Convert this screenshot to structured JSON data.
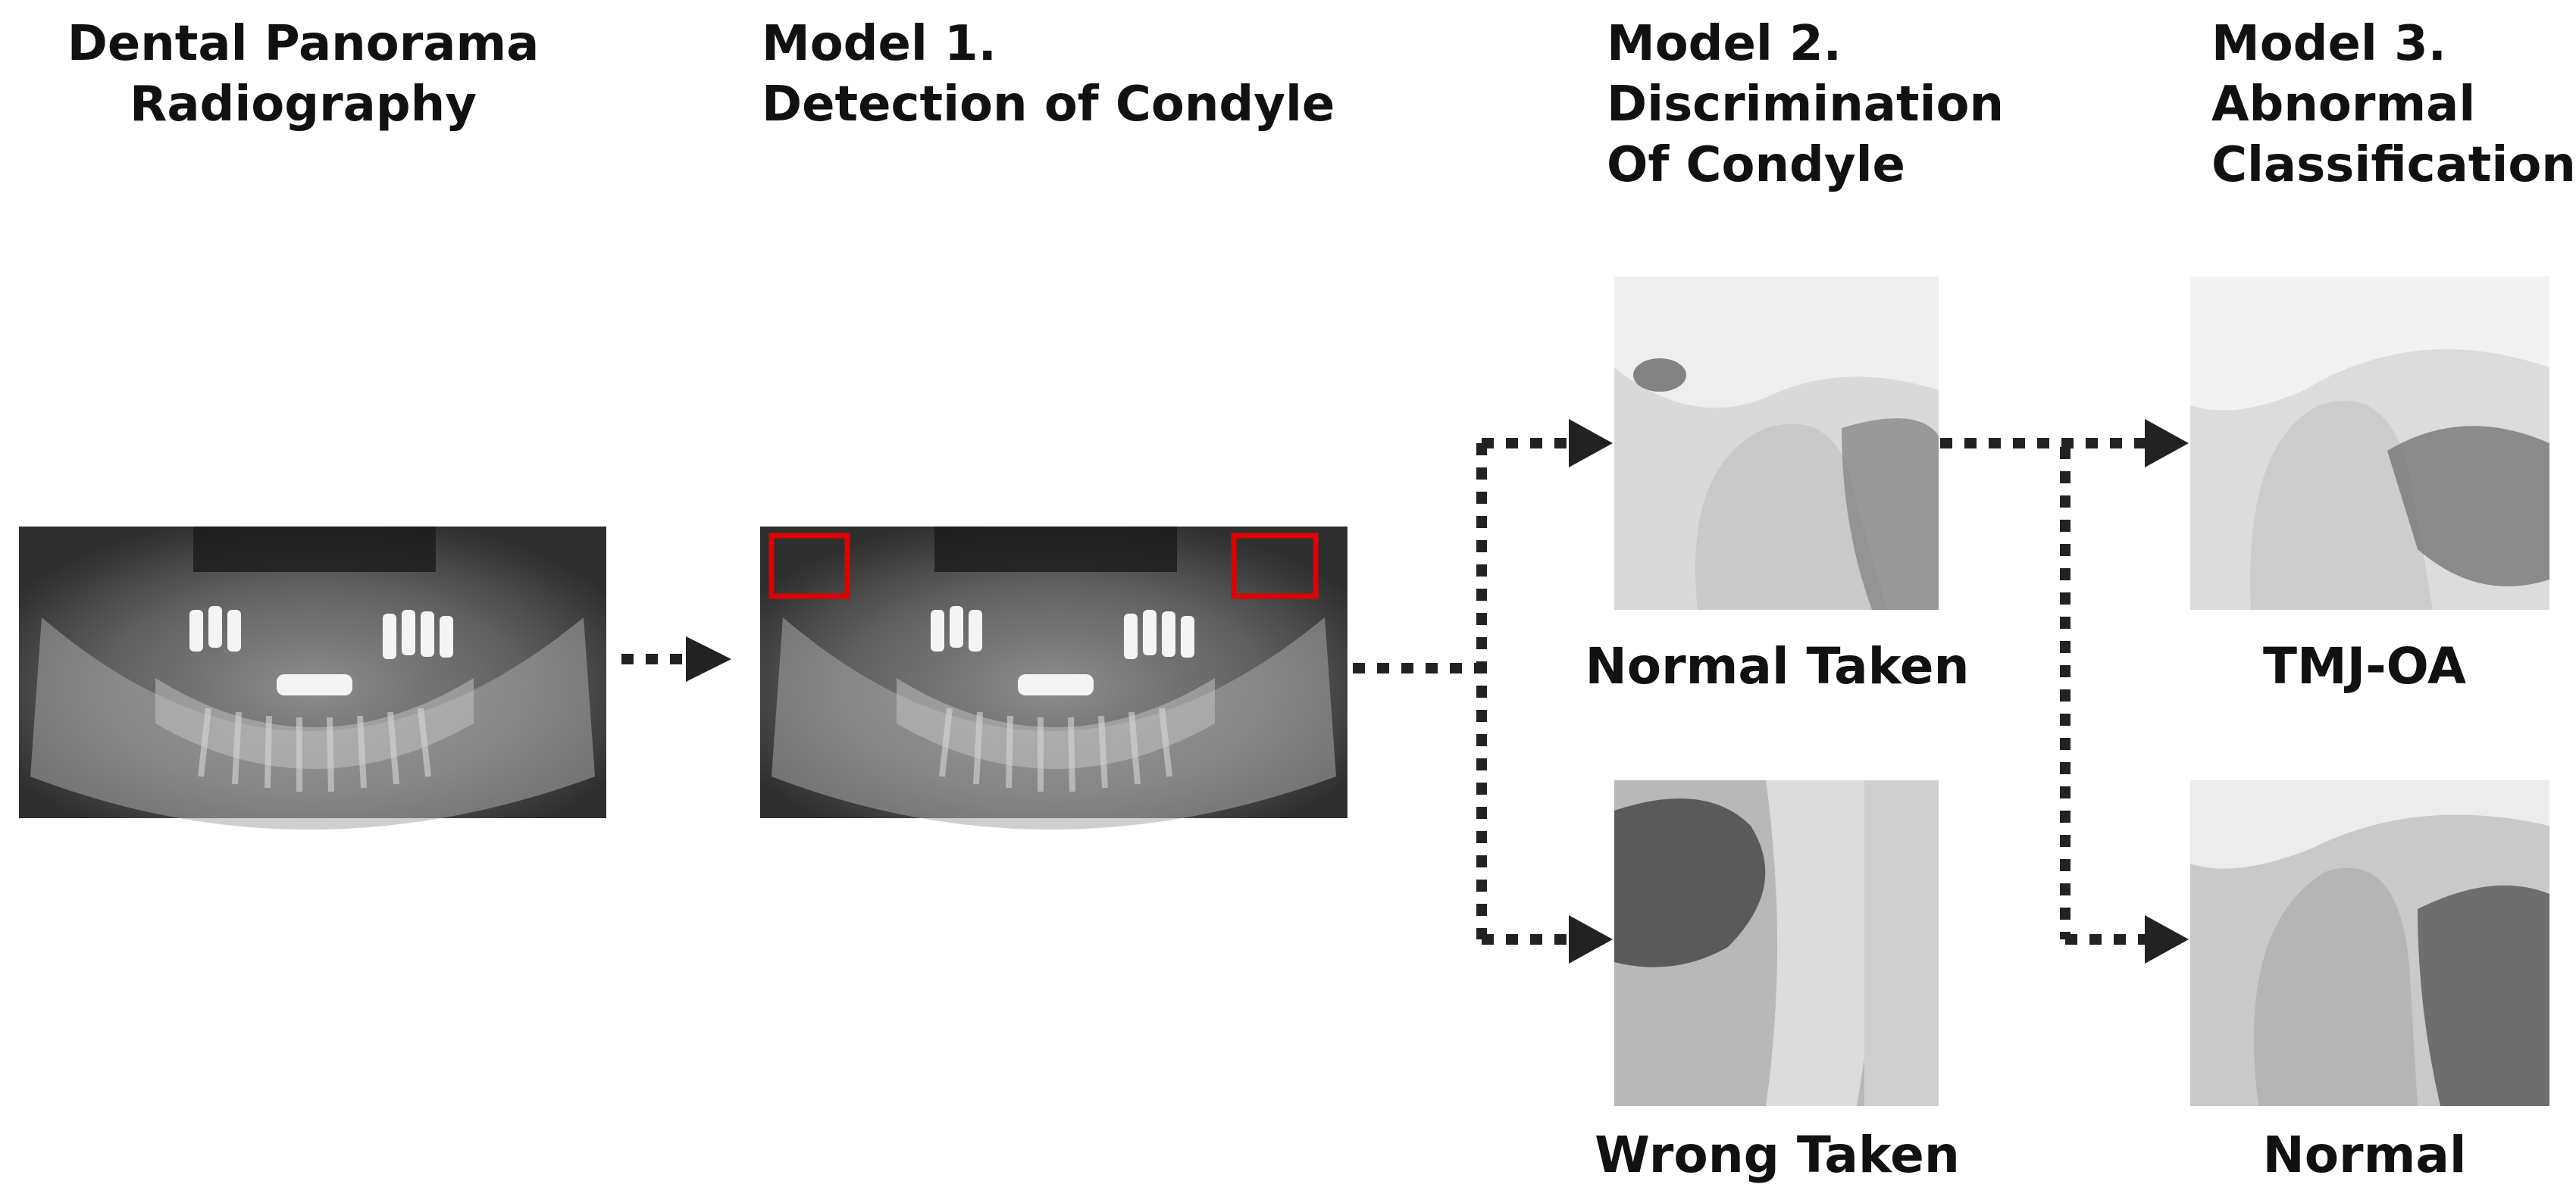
{
  "columns": [
    {
      "title": "Dental Panorama\nRadiography"
    },
    {
      "title": "Model 1.\nDetection of Condyle"
    },
    {
      "title": "Model 2.\nDiscrimination\nOf Condyle"
    },
    {
      "title": "Model 3.\nAbnormal\nClassification"
    }
  ],
  "images": {
    "panorama": {
      "icon": "panorama-xray"
    },
    "detection": {
      "icon": "panorama-xray-with-condyle-boxes",
      "box_color": "#e00000"
    },
    "normal_taken": {
      "icon": "condyle-xray"
    },
    "wrong_taken": {
      "icon": "condyle-xray-misaligned"
    },
    "tmj_oa": {
      "icon": "condyle-xray-osteoarthritis"
    },
    "normal": {
      "icon": "condyle-xray-normal"
    }
  },
  "labels": {
    "normal_taken": "Normal Taken",
    "wrong_taken": "Wrong Taken",
    "tmj_oa": "TMJ-OA",
    "normal": "Normal"
  },
  "colors": {
    "arrow": "#222222",
    "text": "#111111"
  }
}
